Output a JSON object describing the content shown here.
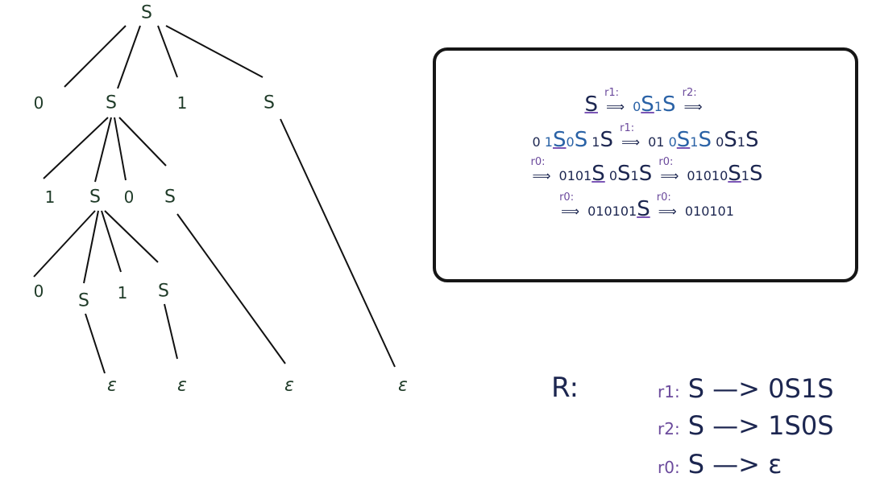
{
  "tree": {
    "nodes": [
      {
        "id": "n-root",
        "label": "S"
      },
      {
        "id": "n-0a",
        "label": "0"
      },
      {
        "id": "n-s1",
        "label": "S"
      },
      {
        "id": "n-1a",
        "label": "1"
      },
      {
        "id": "n-s2",
        "label": "S"
      },
      {
        "id": "n-1b",
        "label": "1"
      },
      {
        "id": "n-s3",
        "label": "S"
      },
      {
        "id": "n-0b",
        "label": "0"
      },
      {
        "id": "n-s4",
        "label": "S"
      },
      {
        "id": "n-0c",
        "label": "0"
      },
      {
        "id": "n-s5",
        "label": "S"
      },
      {
        "id": "n-1c",
        "label": "1"
      },
      {
        "id": "n-s6",
        "label": "S"
      },
      {
        "id": "n-e1",
        "label": "ε"
      },
      {
        "id": "n-e2",
        "label": "ε"
      },
      {
        "id": "n-e3",
        "label": "ε"
      },
      {
        "id": "n-e4",
        "label": "ε"
      }
    ],
    "edges": [
      [
        "n-root",
        "n-0a"
      ],
      [
        "n-root",
        "n-s1"
      ],
      [
        "n-root",
        "n-1a"
      ],
      [
        "n-root",
        "n-s2"
      ],
      [
        "n-s1",
        "n-1b"
      ],
      [
        "n-s1",
        "n-s3"
      ],
      [
        "n-s1",
        "n-0b"
      ],
      [
        "n-s1",
        "n-s4"
      ],
      [
        "n-s3",
        "n-0c"
      ],
      [
        "n-s3",
        "n-s5"
      ],
      [
        "n-s3",
        "n-1c"
      ],
      [
        "n-s3",
        "n-s6"
      ],
      [
        "n-s5",
        "n-e1"
      ],
      [
        "n-s6",
        "n-e2"
      ],
      [
        "n-s4",
        "n-e3"
      ],
      [
        "n-s2",
        "n-e4"
      ]
    ]
  },
  "derivation": {
    "line1": {
      "s": "S",
      "a1": "r1:",
      "p1": "0",
      "p2": "S",
      "p3": "1",
      "p4": "S",
      "a2": "r2:",
      "arrow": "⟹"
    },
    "line2": {
      "p1": "0",
      "p2": "1",
      "p3": "S",
      "p4": "0",
      "p5": "S",
      "p6": "1",
      "p7": "S",
      "a1": "r1:",
      "p8": "01",
      "p9": "0",
      "p10": "S",
      "p11": "1",
      "p12": "S",
      "p13": "0",
      "p14": "S",
      "p15": "1",
      "p16": "S",
      "arrow": "⟹"
    },
    "line3": {
      "a1": "r0:",
      "p1": "0101",
      "p2": "S",
      "p3": "0",
      "p4": "S",
      "p5": "1",
      "p6": "S",
      "a2": "r0:",
      "p7": "01010",
      "p8": "S",
      "p9": "1",
      "p10": "S",
      "arrow": "⟹"
    },
    "line4": {
      "a1": "r0:",
      "p1": "010101",
      "p2": "S",
      "a2": "r0:",
      "p3": "010101",
      "arrow": "⟹"
    }
  },
  "rules": {
    "label": "R:",
    "r1": {
      "name": "r1:",
      "body": "S —> 0S1S"
    },
    "r2": {
      "name": "r2:",
      "body": "S —> 1S0S"
    },
    "r0": {
      "name": "r0:",
      "body": "S  —> ε"
    }
  }
}
